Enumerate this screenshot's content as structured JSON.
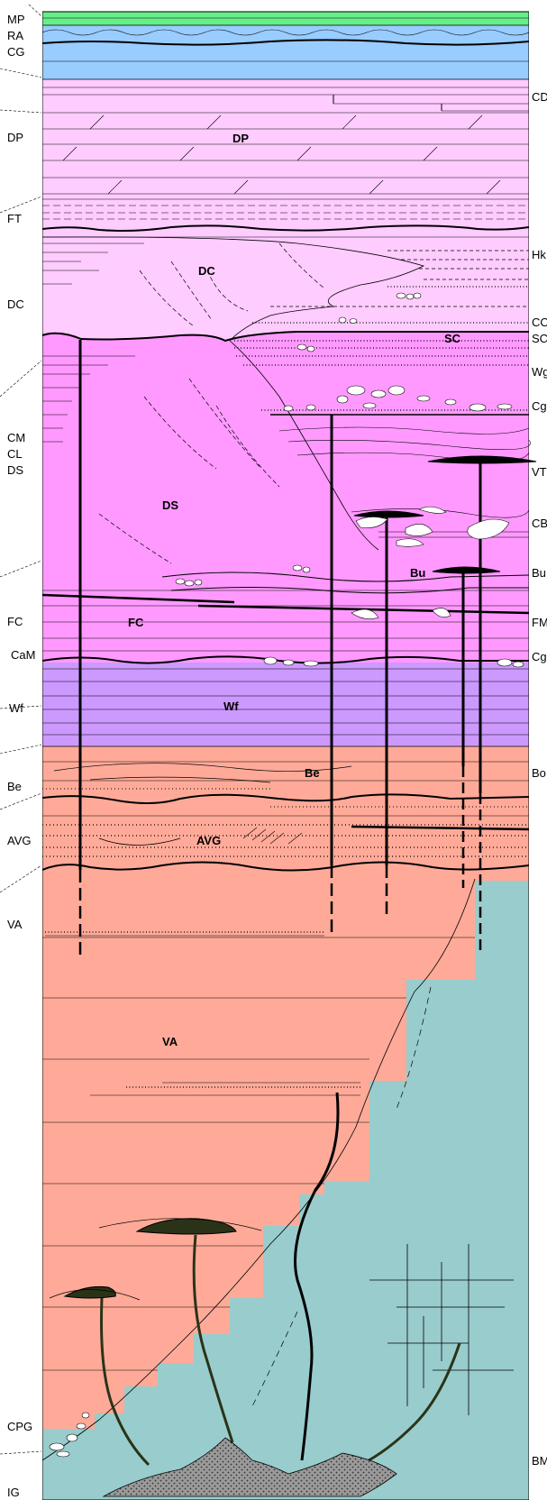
{
  "left_labels": {
    "mp": "MP",
    "ra": "RA",
    "cg": "CG",
    "dp": "DP",
    "ft": "FT",
    "dc": "DC",
    "cm": "CM",
    "cl": "CL",
    "ds": "DS",
    "fc": "FC",
    "cam": "CaM",
    "wf": "Wf",
    "be": "Be",
    "avg": "AVG",
    "va": "VA",
    "cpg": "CPG",
    "ig": "IG"
  },
  "right_labels": {
    "cd": "CD",
    "hk": "Hk",
    "co": "CO",
    "sc": "SC",
    "wg": "Wg",
    "cg1": "Cg",
    "vt": "VT",
    "cb": "CB",
    "bu": "Bu",
    "fm": "FM",
    "cg2": "Cg",
    "bo": "Bo",
    "bm": "BM"
  },
  "unit_labels": {
    "dp": "DP",
    "dc": "DC",
    "sc": "SC",
    "ds": "DS",
    "bu": "Bu",
    "fc": "FC",
    "wf": "Wf",
    "be": "Be",
    "avg": "AVG",
    "va": "VA"
  },
  "colors": {
    "green": "#66ee88",
    "blue": "#99ccff",
    "lightPink": "#ffccff",
    "magenta": "#ff99ff",
    "purple": "#cc99ff",
    "salmon": "#ffaa99",
    "teal": "#99cccc",
    "intrusion": "#9a9a9a",
    "sill": "#2a3318"
  }
}
